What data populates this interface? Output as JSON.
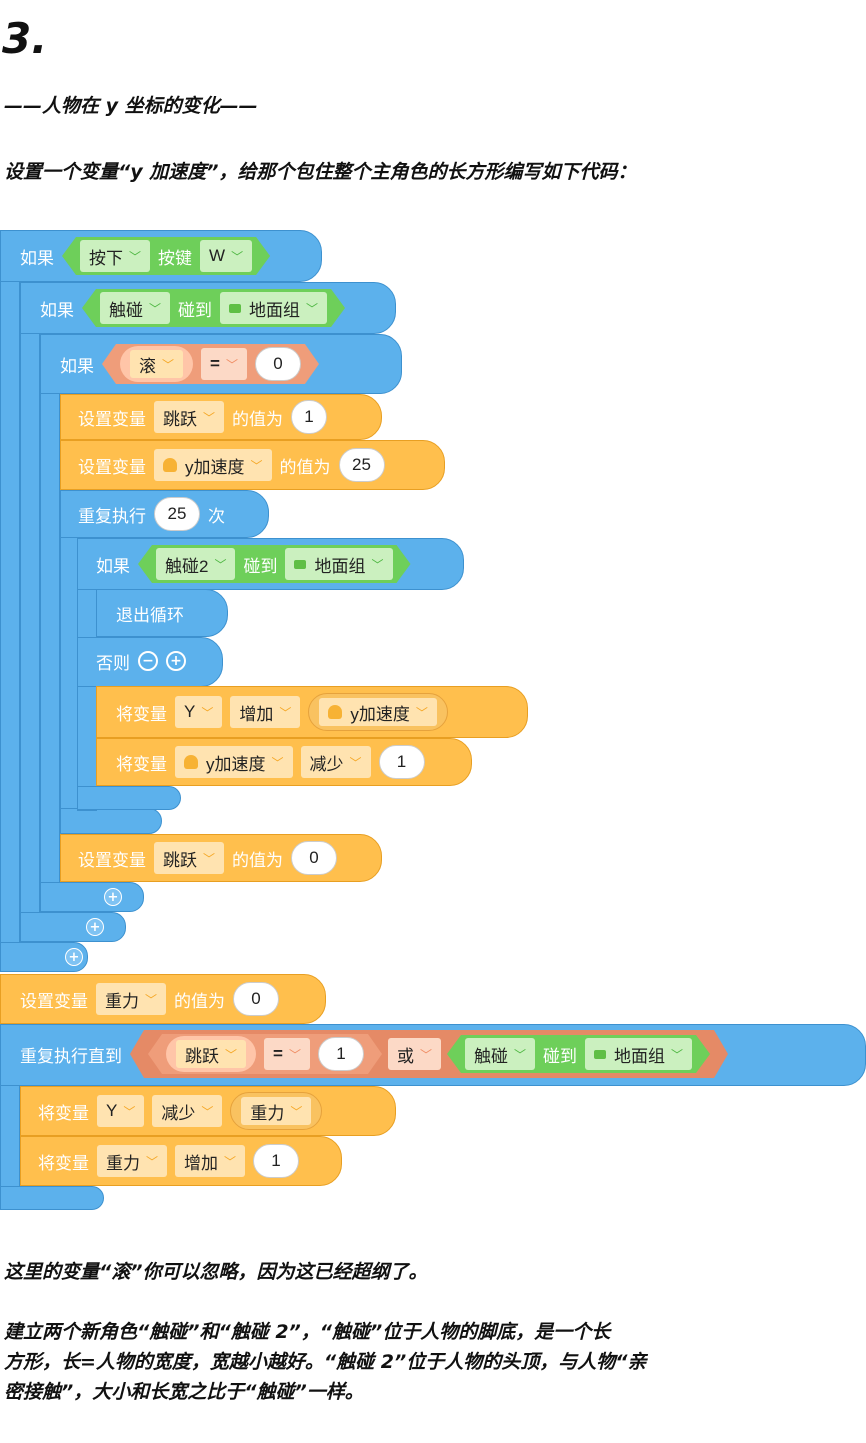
{
  "heading": "3.",
  "subtitle": "——人物在 y 坐标的变化——",
  "intro": "设置一个变量“y 加速度”，给那个包住整个主角色的长方形编写如下代码：",
  "note": "这里的变量“滚”你可以忽略，因为这已经超纲了。",
  "para": [
    "建立两个新角色“触碰”和“触碰 2”，“触碰”位于人物的脚底，是一个长",
    "方形，长=人物的宽度，宽越小越好。“触碰 2”位于人物的头顶，与人物“亲",
    "密接触”，大小和长宽之比于“触碰”一样。"
  ],
  "colors": {
    "control": "#5cb1ec",
    "variable": "#ffbf4d",
    "sensing": "#6ecf5a",
    "operator": "#ef9d7a"
  },
  "blocks": {
    "if1": {
      "kw": "如果",
      "dd1": "按下",
      "mid": "按键",
      "dd2": "W"
    },
    "if2": {
      "kw": "如果",
      "dd1": "触碰",
      "mid": "碰到",
      "dd2": "地面组"
    },
    "if3": {
      "kw": "如果",
      "dd1": "滚",
      "op": "=",
      "val": "0"
    },
    "set_jump1": {
      "kw": "设置变量",
      "var": "跳跃",
      "mid": "的值为",
      "val": "1"
    },
    "set_yacc": {
      "kw": "设置变量",
      "var": "y加速度",
      "mid": "的值为",
      "val": "25"
    },
    "repeat": {
      "kw": "重复执行",
      "val": "25",
      "suffix": "次"
    },
    "if4": {
      "kw": "如果",
      "dd1": "触碰2",
      "mid": "碰到",
      "dd2": "地面组"
    },
    "exit_loop": "退出循环",
    "else": "否则",
    "change_y": {
      "kw": "将变量",
      "var": "Y",
      "op": "增加",
      "rvar": "y加速度"
    },
    "change_yacc": {
      "kw": "将变量",
      "var": "y加速度",
      "op": "减少",
      "val": "1"
    },
    "set_jump0": {
      "kw": "设置变量",
      "var": "跳跃",
      "mid": "的值为",
      "val": "0"
    },
    "set_gravity": {
      "kw": "设置变量",
      "var": "重力",
      "mid": "的值为",
      "val": "0"
    },
    "repeat_until": {
      "kw": "重复执行直到",
      "var": "跳跃",
      "op": "=",
      "val": "1",
      "or": "或",
      "dd1": "触碰",
      "mid": "碰到",
      "dd2": "地面组"
    },
    "dec_y": {
      "kw": "将变量",
      "var": "Y",
      "op": "减少",
      "rvar": "重力"
    },
    "inc_gravity": {
      "kw": "将变量",
      "var": "重力",
      "op": "增加",
      "val": "1"
    }
  },
  "icons": [
    "caret-down-icon",
    "folder-icon",
    "ghost-icon",
    "minus-icon",
    "plus-icon"
  ]
}
